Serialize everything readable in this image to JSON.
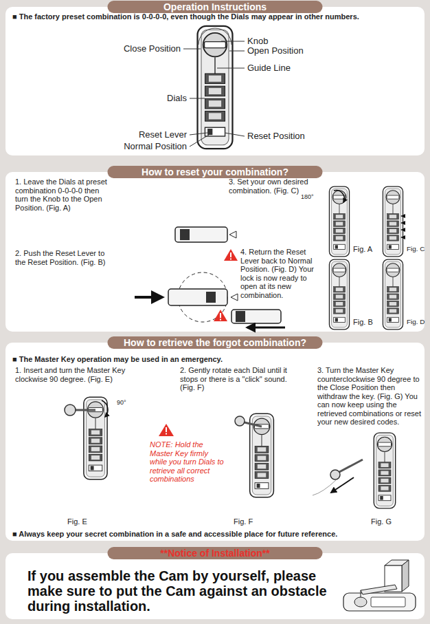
{
  "diagram": {
    "nodes": [
      {
        "text": [
          "Operation Instructions"
        ]
      },
      {
        "text": [
          "How to reset your combination?"
        ]
      },
      {
        "text": [
          "How to retrieve the forgot combination?"
        ]
      },
      {
        "text": [
          "**Notice of Installation**"
        ]
      }
    ],
    "labels": [
      "■ The factory preset combination is 0-0-0-0, even though the Dials may appear in other numbers.",
      "Close Position",
      "Knob",
      "Open Position",
      "Guide Line",
      "Dials",
      "Reset Lever",
      "Reset Position",
      "Normal Position",
      "1. Leave the Dials at preset combination 0-0-0-0 then turn the Knob to the Open Position. (Fig. A)",
      "180°",
      "Fig. A",
      "2. Push the Reset Lever to the Reset Position. (Fig. B)",
      "Fig. B",
      "3. Set your own desired combination. (Fig. C)",
      "Fig. C",
      "4. Return the Reset Lever back to Normal Position. (Fig. D) Your lock is now ready to open at its new combination.",
      "Fig. D",
      "■ The Master Key operation may be used in an emergency.",
      "1. Insert and turn the Master Key clockwise 90 degree. (Fig. E)",
      "90°",
      "2. Gently rotate each Dial until it stops or there is a \"click\" sound. (Fig. F)",
      "NOTE: Hold the Master Key firmly while you turn Dials to retrieve all correct combinations",
      "3. Turn the Master Key counterclockwise 90 degree to the Close Position then withdraw the key. (Fig. G) You can now keep using the retrieved combinations or reset your new desired codes.",
      "Fig. E",
      "Fig. F",
      "Fig. G",
      "■ Always keep your secret combination in a safe and accessible place for future reference.",
      "If you assemble the Cam by yourself, please make sure to put the Cam against an obstacle during installation."
    ]
  }
}
